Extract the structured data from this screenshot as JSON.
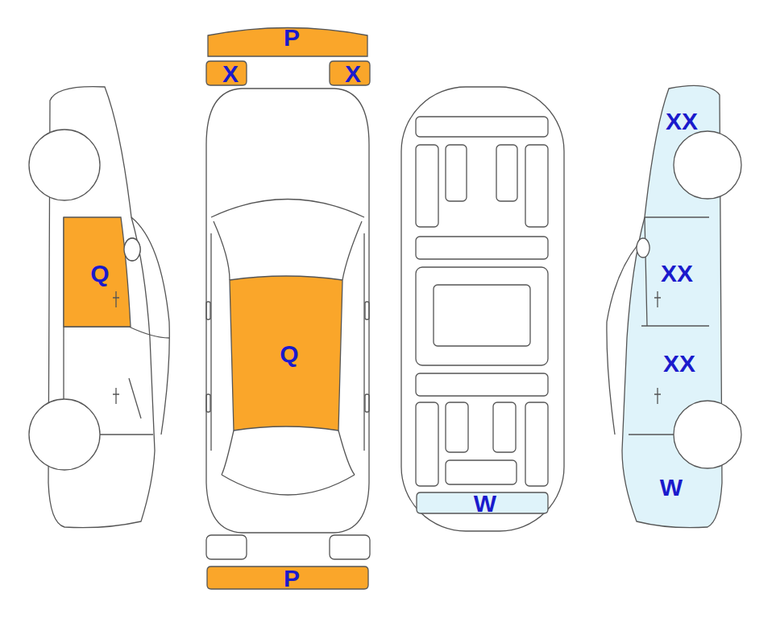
{
  "diagram": {
    "nodes": [
      {
        "text": [
          "P"
        ]
      },
      {
        "text": [
          "X"
        ]
      },
      {
        "text": [
          "X"
        ]
      },
      {
        "text": [
          "XX",
          "XX",
          "XX",
          "W"
        ]
      },
      {
        "text": [
          "Q"
        ]
      },
      {
        "text": [
          "Q"
        ]
      },
      {
        "text": [
          "W"
        ]
      },
      {
        "text": [
          "P"
        ]
      }
    ]
  }
}
